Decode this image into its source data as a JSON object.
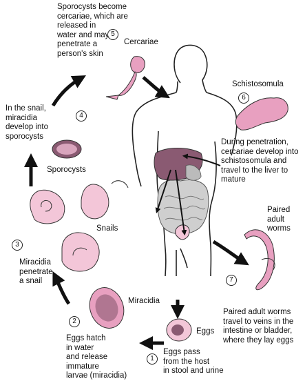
{
  "steps": [
    {
      "number": "1",
      "text": "Eggs pass\nfrom the host\nin stool and urine"
    },
    {
      "number": "2",
      "text": "Eggs hatch\nin water\nand release\nimmature\nlarvae (miracidia)"
    },
    {
      "number": "3",
      "text": "Miracidia\npenetrate\na snail"
    },
    {
      "number": "4",
      "text": "In the snail,\nmiracidia\ndevelop into\nsporocysts"
    },
    {
      "number": "5",
      "text": "Sporocysts become\ncercariae, which are\nreleased in\nwater and may\npenetrate a\nperson's skin"
    },
    {
      "number": "6",
      "text": "During penetration,\ncercariae develop into\nschistosomula and\ntravel to the liver to\nmature"
    },
    {
      "number": "7",
      "text": "Paired adult worms\ntravel to veins in the\nintestine or bladder,\nwhere they lay eggs"
    }
  ],
  "labels": {
    "eggs": "Eggs",
    "miracidia": "Miracidia",
    "snails": "Snails",
    "sporocysts": "Sporocysts",
    "cercariae": "Cercariae",
    "schistosomula": "Schistosomula",
    "paired_adult_worms": "Paired\nadult\nworms"
  },
  "colors": {
    "pink": "#e8a0c0",
    "pink_light": "#f3c6d8",
    "liver": "#8a5a72",
    "gut": "#c8c8c8",
    "outline": "#222222"
  }
}
